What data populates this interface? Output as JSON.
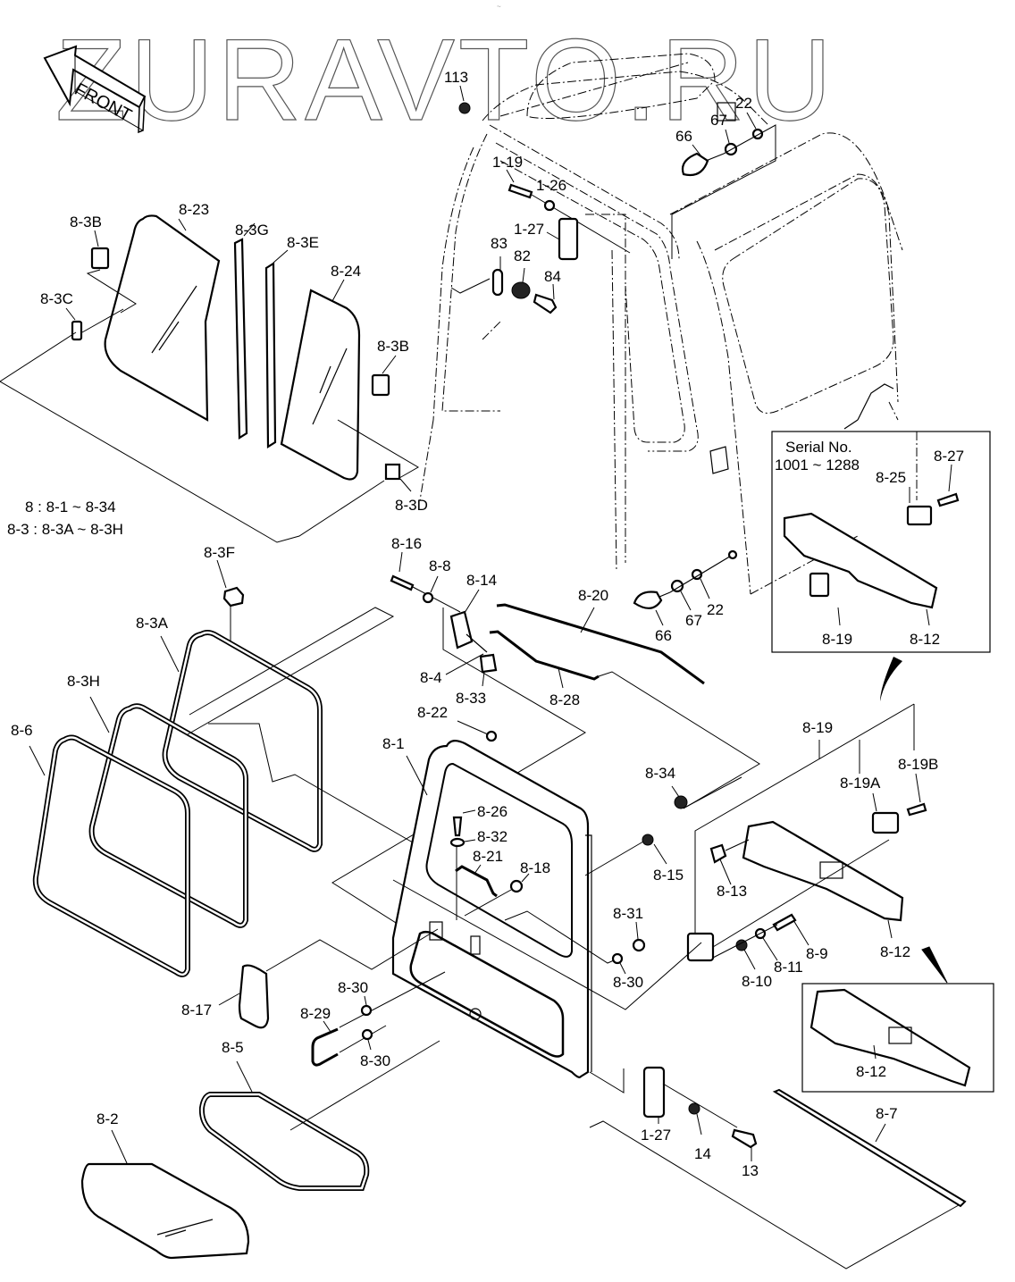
{
  "watermark": "ZURAVTO.RU",
  "front_arrow_label": "FRONT",
  "notes": {
    "group_8": "8 : 8-1 ~ 8-34",
    "group_8_3": "8-3 : 8-3A ~ 8-3H"
  },
  "inset_serial": {
    "title": "Serial No.",
    "range": "1001 ~ 1288",
    "labels": [
      "8-25",
      "8-27",
      "8-19",
      "8-12"
    ]
  },
  "inset_alt": {
    "labels": [
      "8-12"
    ]
  },
  "labels": {
    "p113": "113",
    "p66a": "66",
    "p67a": "67",
    "p22a": "22",
    "p1_19": "1-19",
    "p1_26": "1-26",
    "p1_27a": "1-27",
    "p83": "83",
    "p82": "82",
    "p84": "84",
    "p8_23": "8-23",
    "p8_3Ba": "8-3B",
    "p8_3G": "8-3G",
    "p8_3E": "8-3E",
    "p8_24": "8-24",
    "p8_3C": "8-3C",
    "p8_3Bb": "8-3B",
    "p8_3D": "8-3D",
    "p8_16": "8-16",
    "p8_8": "8-8",
    "p8_14": "8-14",
    "p8_20": "8-20",
    "p8_4": "8-4",
    "p8_33": "8-33",
    "p8_28": "8-28",
    "p66b": "66",
    "p67b": "67",
    "p22b": "22",
    "p8_3F": "8-3F",
    "p8_3A": "8-3A",
    "p8_3H": "8-3H",
    "p8_6": "8-6",
    "p8_22": "8-22",
    "p8_1": "8-1",
    "p8_26": "8-26",
    "p8_32": "8-32",
    "p8_21": "8-21",
    "p8_18": "8-18",
    "p8_34": "8-34",
    "p8_15": "8-15",
    "p8_31": "8-31",
    "p8_30a": "8-30",
    "p8_30b": "8-30",
    "p8_30c": "8-30",
    "p8_19": "8-19",
    "p8_19A": "8-19A",
    "p8_19B": "8-19B",
    "p8_13": "8-13",
    "p8_12": "8-12",
    "p8_9": "8-9",
    "p8_11": "8-11",
    "p8_10": "8-10",
    "p8_17": "8-17",
    "p8_29": "8-29",
    "p8_5": "8-5",
    "p8_2": "8-2",
    "p1_27b": "1-27",
    "p14": "14",
    "p13": "13",
    "p8_7": "8-7"
  }
}
